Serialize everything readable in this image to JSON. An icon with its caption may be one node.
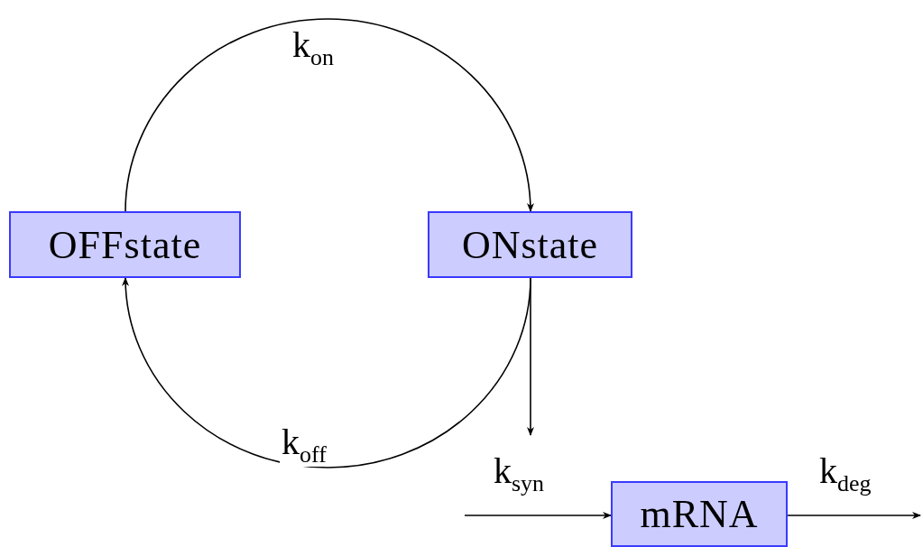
{
  "diagram": {
    "nodes": [
      {
        "text": [
          "OFFstate"
        ]
      },
      {
        "text": [
          "ONstate"
        ]
      },
      {
        "text": [
          "mRNA"
        ]
      }
    ],
    "edges": [
      {
        "from": 0,
        "to": 1,
        "arrow": "to",
        "label": "k$_{on}$"
      },
      {
        "from": 1,
        "to": 0,
        "arrow": "to",
        "label": "k$_{off}$"
      },
      {
        "from": 1,
        "to": null,
        "arrow": "to"
      },
      {
        "from": null,
        "to": 2,
        "arrow": "to",
        "label": "k$_{syn}$"
      },
      {
        "from": 2,
        "to": null,
        "arrow": "to",
        "label": "k$_{deg}$"
      }
    ]
  }
}
